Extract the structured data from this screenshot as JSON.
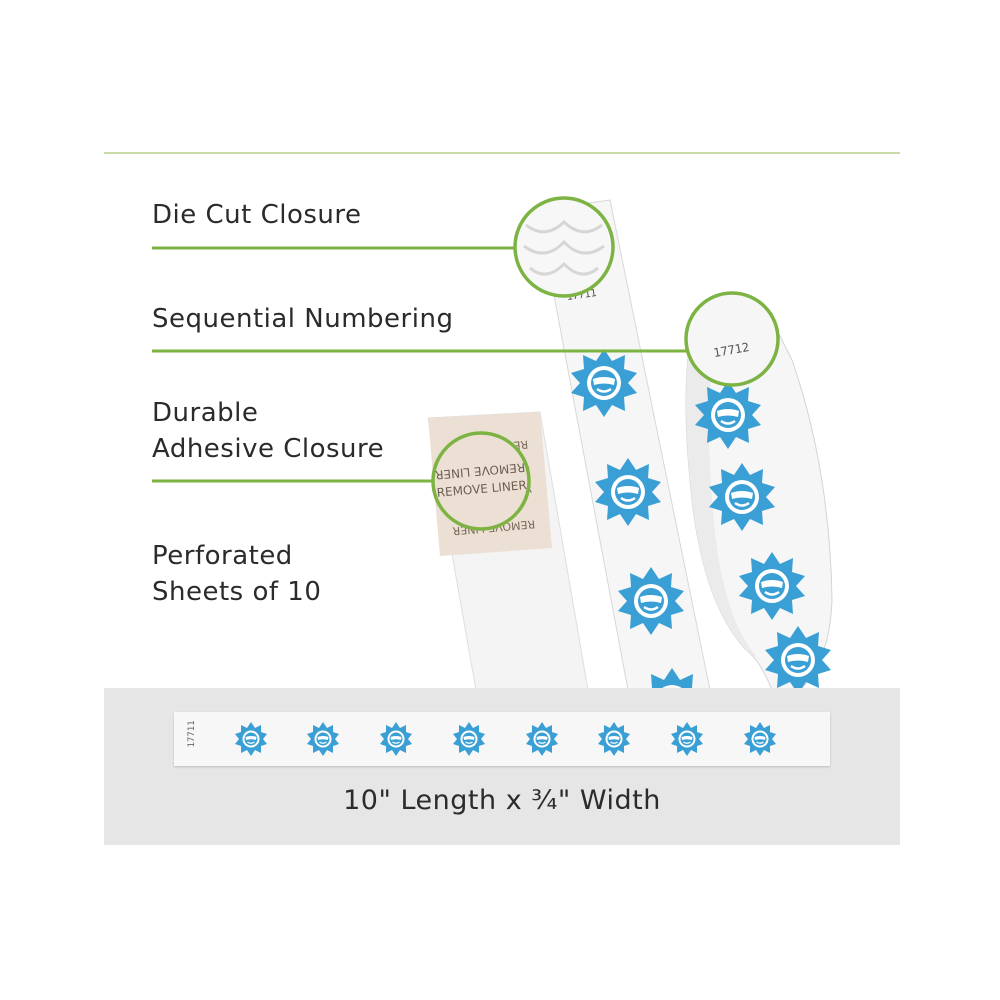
{
  "features": {
    "die_cut": "Die Cut Closure",
    "sequential": "Sequential Numbering",
    "durable_line1": "Durable",
    "durable_line2": "Adhesive Closure",
    "perforated_line1": "Perforated",
    "perforated_line2": "Sheets of 10"
  },
  "wristbands": {
    "number_straight": "17711",
    "number_loop": "17712",
    "number_flat": "17711",
    "liner_text": "REMOVE LINER"
  },
  "caption": "10\" Length x ¾\" Width",
  "colors": {
    "accent_green": "#7cb342",
    "sun_blue": "#3a9fd5",
    "label_text": "#2b2b2b"
  }
}
